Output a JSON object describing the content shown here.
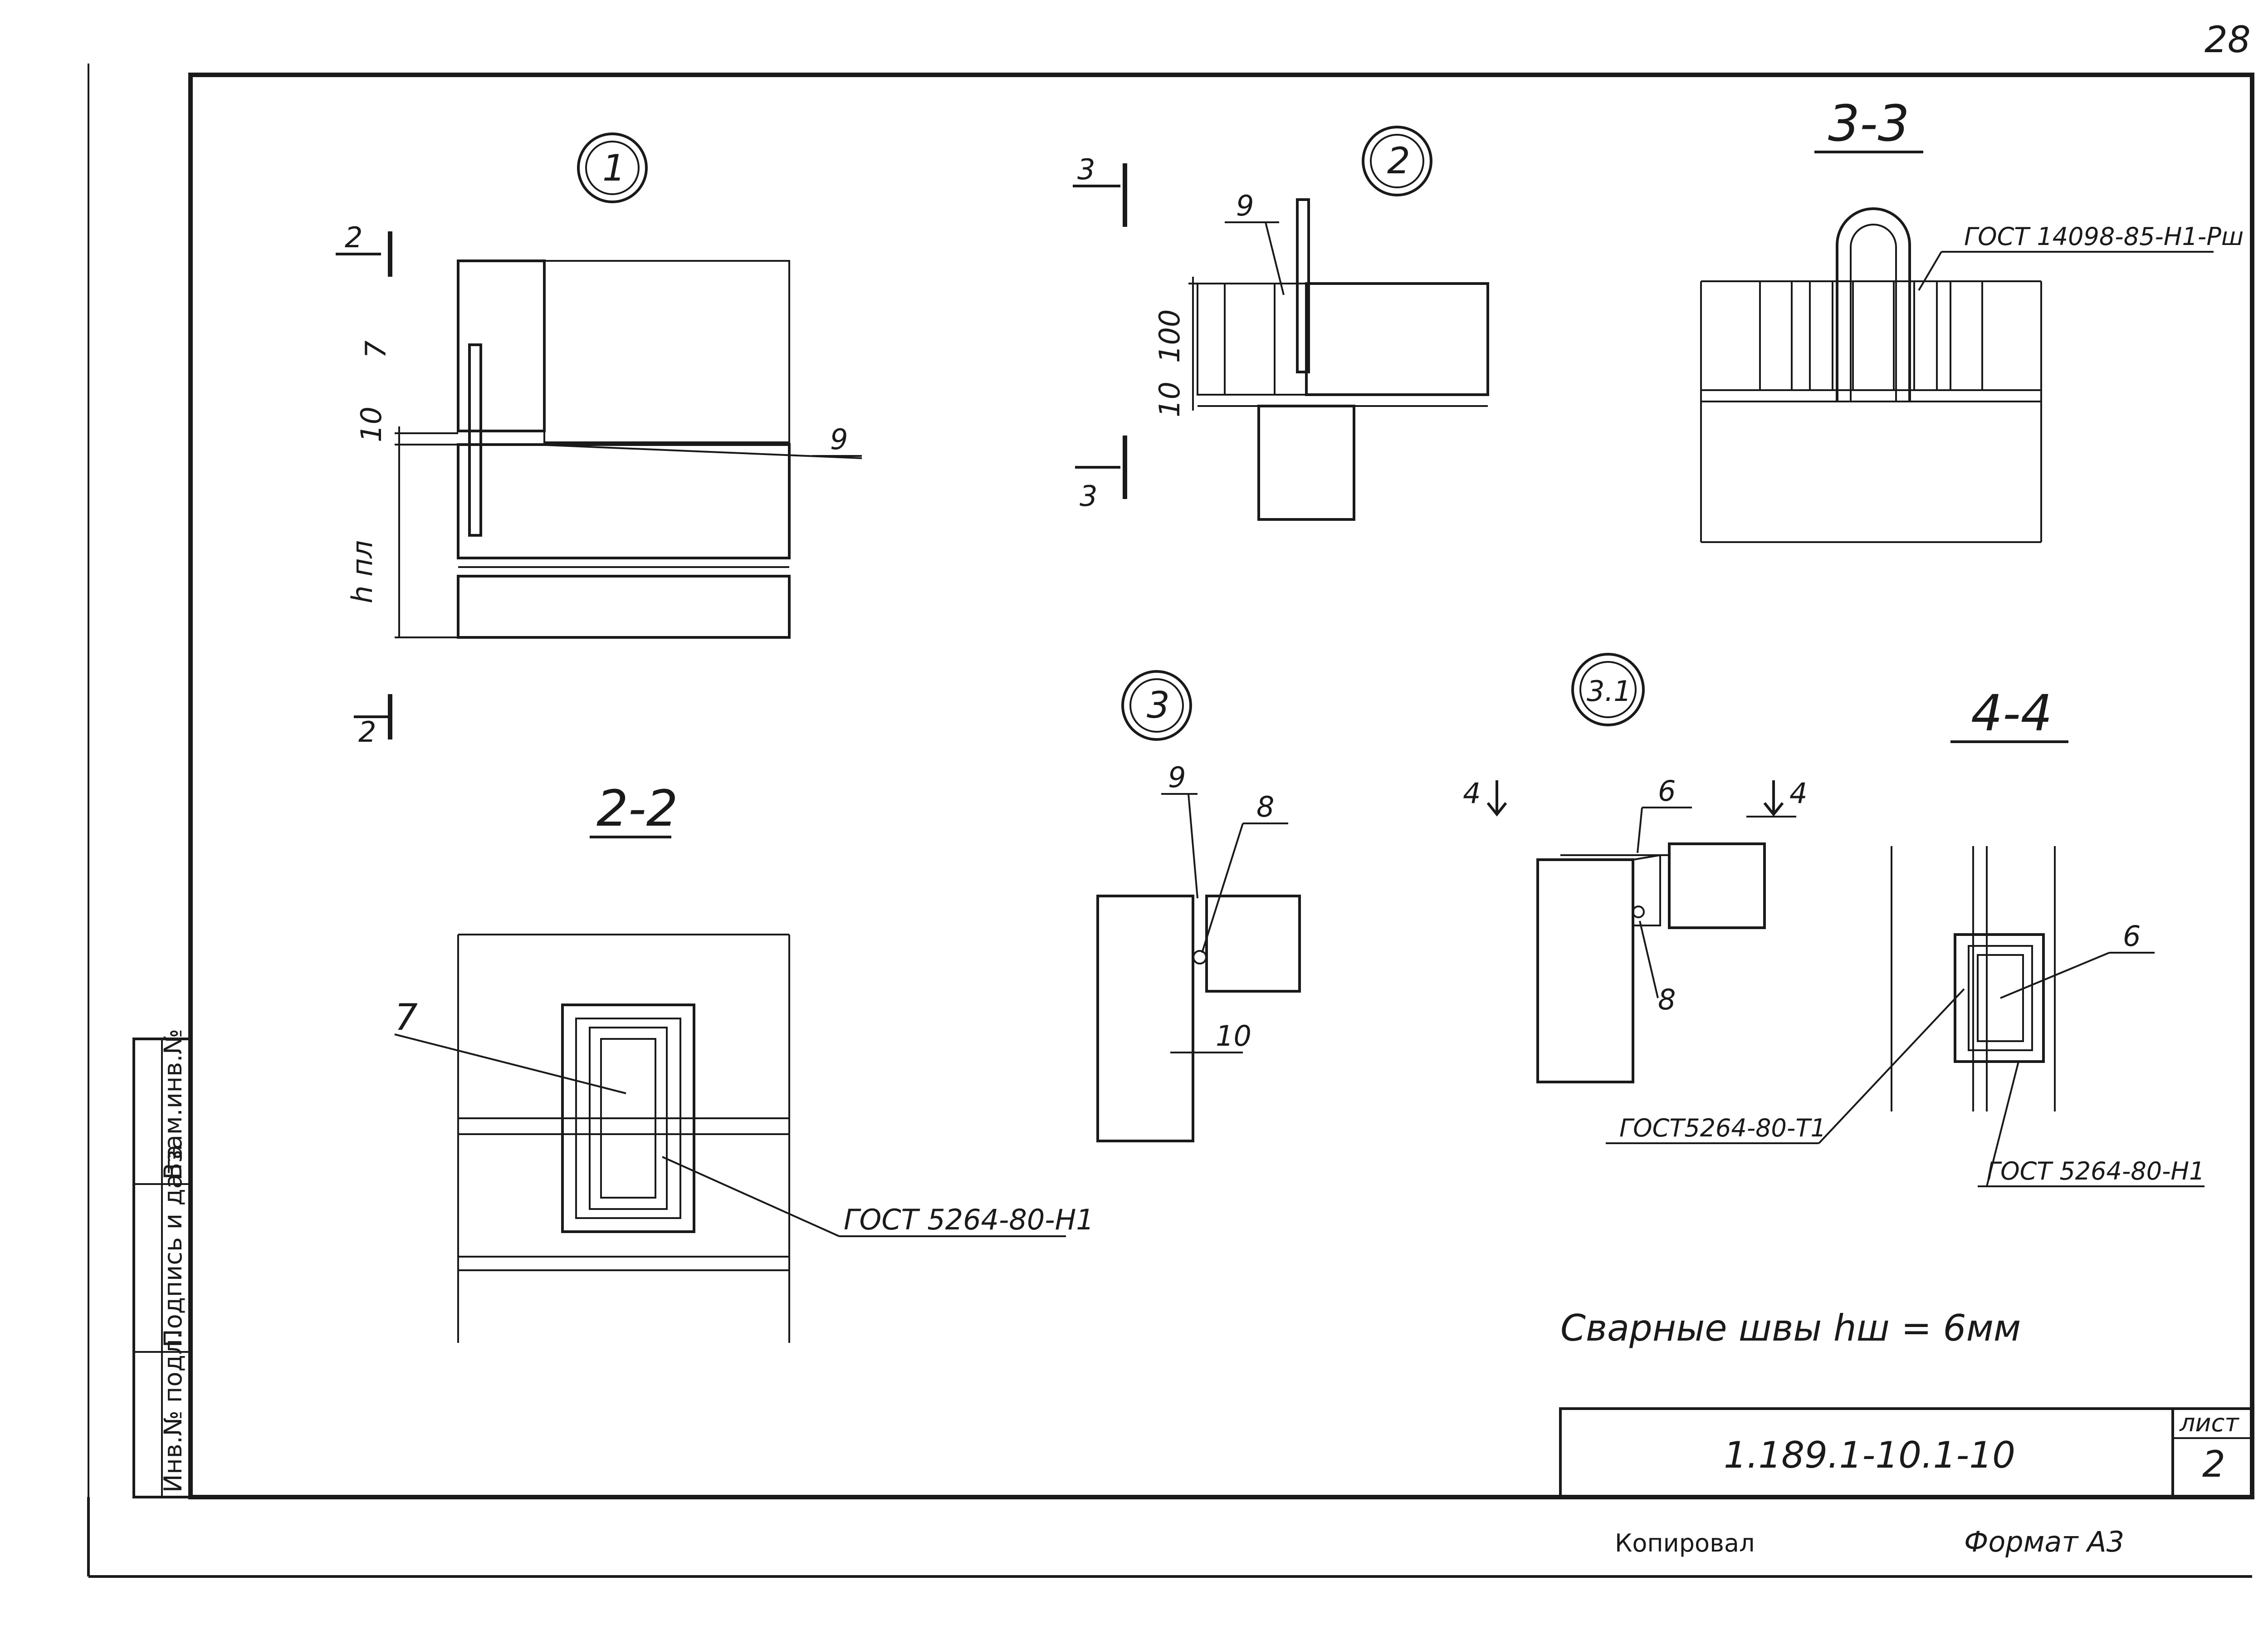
{
  "sheet": {
    "page_number": "28",
    "note": "Сварные швы hш = 6мм",
    "document_code": "1.189.1-10.1-10",
    "sheet_label": "лист",
    "sheet_number": "2",
    "copied_label": "Копировал",
    "format_label": "Формат А3",
    "stamp_column": [
      "Инв.№ подл.",
      "Подпись и дата",
      "Взам.инв.№"
    ]
  },
  "nodes": {
    "node1": "1",
    "node2": "2",
    "node3": "3",
    "node31": "3.1"
  },
  "sections": {
    "s22": "2-2",
    "s33": "3-3",
    "s44": "4-4",
    "cut2": "2",
    "cut3": "3",
    "cut4": "4"
  },
  "labels": {
    "pos7": "7",
    "pos9": "9",
    "pos8": "8",
    "pos6": "6",
    "dim10": "10",
    "dim100": "100",
    "dim_hpl": "h пл",
    "gost_1409": "ГОСТ 14098-85-Н1-Рш",
    "gost_5264_n1": "ГОСТ 5264-80-Н1",
    "gost_5264_t1": "ГОСТ5264-80-Т1"
  }
}
